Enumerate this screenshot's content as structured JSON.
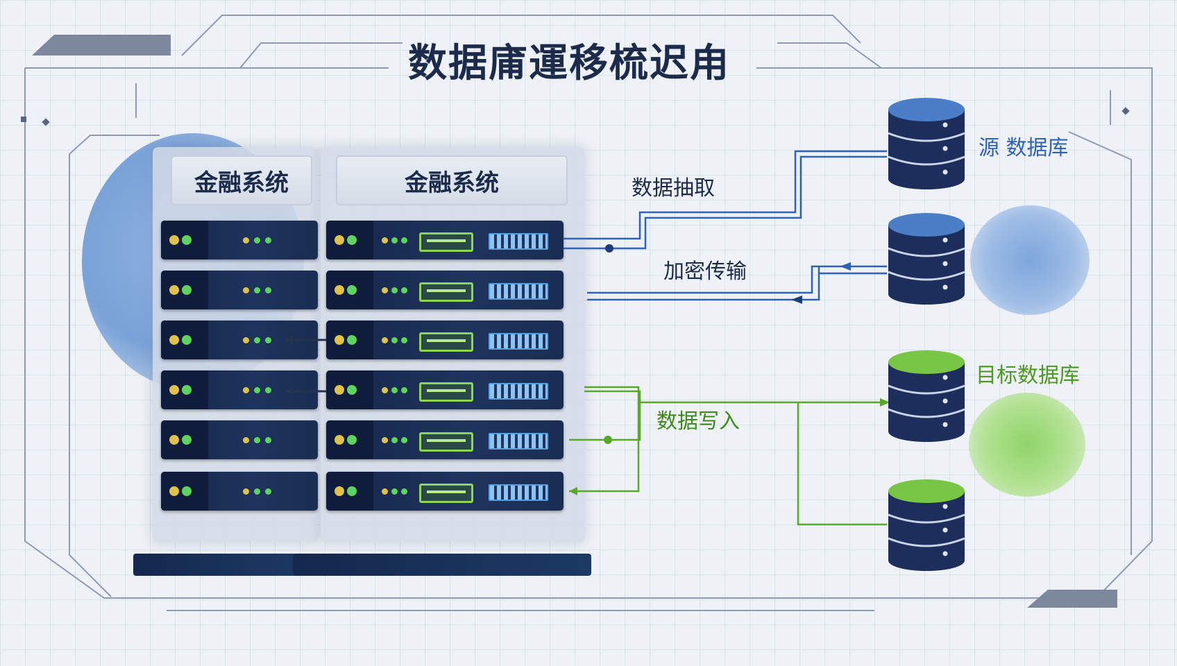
{
  "title": "数据庯運移梳迟甪",
  "racks": [
    {
      "header": "金融系统"
    },
    {
      "header": "金融系统"
    }
  ],
  "flows": {
    "extract": "数据抽取",
    "transfer": "加密传输",
    "write": "数据写入"
  },
  "databases": {
    "source_label": "源 数据库",
    "target_label": "目标数据库"
  },
  "colors": {
    "title": "#1d2b4a",
    "source": "#2f62b4",
    "target": "#5aa829",
    "server": "#16264a",
    "background": "#eef1f5"
  }
}
